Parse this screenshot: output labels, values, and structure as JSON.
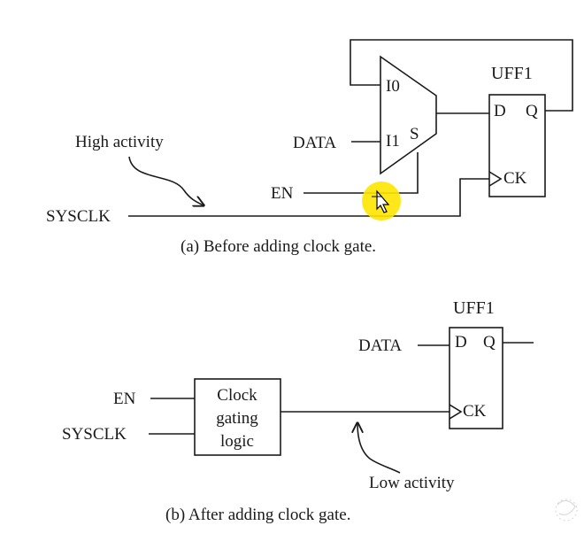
{
  "diagram_a": {
    "ff_label": "UFF1",
    "ff_d": "D",
    "ff_q": "Q",
    "ff_ck": "CK",
    "mux_i0": "I0",
    "mux_i1": "I1",
    "mux_s": "S",
    "data_label": "DATA",
    "en_label": "EN",
    "sysclk_label": "SYSCLK",
    "annotation": "High activity",
    "caption": "(a) Before adding clock gate."
  },
  "diagram_b": {
    "ff_label": "UFF1",
    "ff_d": "D",
    "ff_q": "Q",
    "ff_ck": "CK",
    "data_label": "DATA",
    "en_label": "EN",
    "sysclk_label": "SYSCLK",
    "gate_line1": "Clock",
    "gate_line2": "gating",
    "gate_line3": "logic",
    "annotation": "Low activity",
    "caption": "(b) After adding clock gate."
  },
  "colors": {
    "cursor_highlight": "#ffe600",
    "line": "#1a1a1a"
  },
  "icons": {
    "cursor": "move-cursor-icon",
    "watermark": "watermark-logo-icon"
  }
}
